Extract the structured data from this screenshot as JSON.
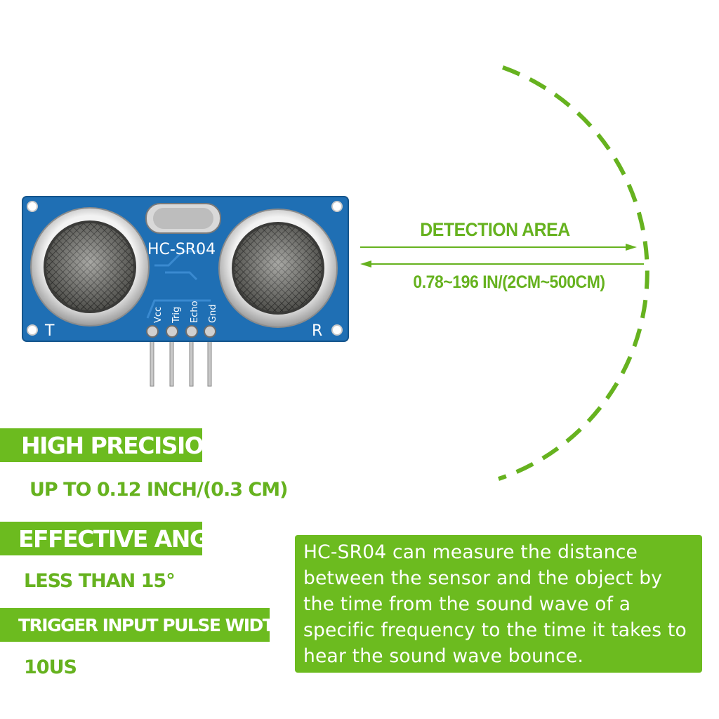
{
  "module": {
    "model_label": "HC-SR04",
    "transmitter_label": "T",
    "receiver_label": "R",
    "pins": [
      "Vcc",
      "Trig",
      "Echo",
      "Gnd"
    ],
    "board_color": "#1f6fb4"
  },
  "detection": {
    "title": "DETECTION AREA",
    "range": "0.78~196 IN/(2CM~500CM)"
  },
  "features": [
    {
      "label": "HIGH PRECISION",
      "value": "UP TO 0.12 INCH/(0.3 CM)"
    },
    {
      "label": "EFFECTIVE ANGLE",
      "value": "LESS THAN 15°"
    },
    {
      "label": "TRIGGER INPUT PULSE WIDTH",
      "value": "10US"
    }
  ],
  "description": "HC-SR04 can measure the distance between the sensor and the object by the time from the sound wave of a specific frequency to the time it takes to hear the sound wave bounce.",
  "colors": {
    "accent_green": "#6cbb1f",
    "text_green": "#66b21f",
    "board_blue": "#1f6fb4"
  }
}
